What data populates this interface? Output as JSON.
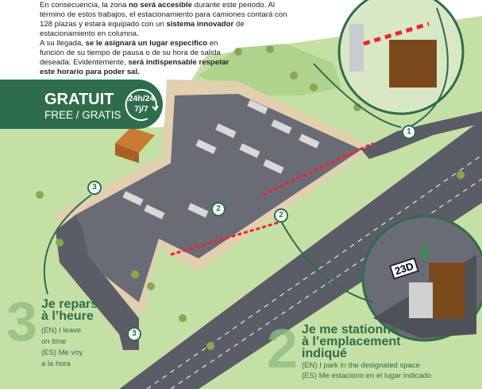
{
  "intro": {
    "line1_a": "En consecuencia, la zona ",
    "line1_b": "no será accesible",
    "line1_c": " durante este periodo. Al término de estos trabajos, el estacionamiento para camiones contará con 128 plazas y estará equipado con un ",
    "line1_d": "sistema innovador",
    "line1_e": " de estacionamiento en columna.",
    "line2_a": "A su llegada, ",
    "line2_b": "se le asignará un lugar específico",
    "line2_c": " en función de su tiempo de pausa o de su hora de salida deseada. Evidentemente, ",
    "line2_d": "será indispensable respetar este horario para poder sal."
  },
  "banner": {
    "title": "GRATUIT",
    "subtitle": "FREE / GRATIS",
    "hours": "24h/24",
    "days": "7j/7"
  },
  "steps": [
    {
      "number": "1"
    },
    {
      "number": "2",
      "title_l1": "Je me stationne",
      "title_l2": "à l’emplacement",
      "title_l3": "indiqué",
      "en": "(EN) I park in the designated space",
      "es": "(ES) Me estaciono en el lugar indicado"
    },
    {
      "number": "3",
      "title_l1": "Je repars",
      "title_l2": "à l’heure",
      "en_l1": "(EN) I leave",
      "en_l2": "on time",
      "es_l1": "(ES) Me voy",
      "es_l2": "a la hora"
    }
  ],
  "space_sign": "23D",
  "colors": {
    "brand_green": "#2e6d4b",
    "grass": "#c5e0a5",
    "road": "#5b5d66"
  }
}
